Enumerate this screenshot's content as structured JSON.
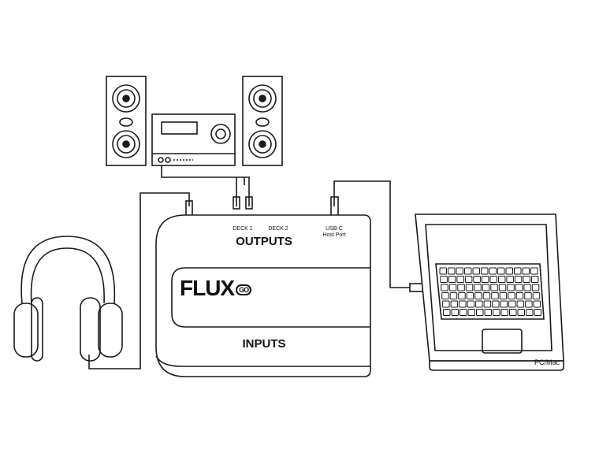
{
  "labels": {
    "deck1": "DECK 1",
    "deck2": "DECK 2",
    "usb_line1": "USB-C",
    "usb_line2": "Host Port",
    "outputs": "OUTPUTS",
    "inputs": "INPUTS",
    "computer": "PC/Mac"
  },
  "logo": {
    "text": "FLUX",
    "badge": "GO"
  },
  "colors": {
    "line": "#1a1a1a",
    "panel": "#ffffff"
  }
}
